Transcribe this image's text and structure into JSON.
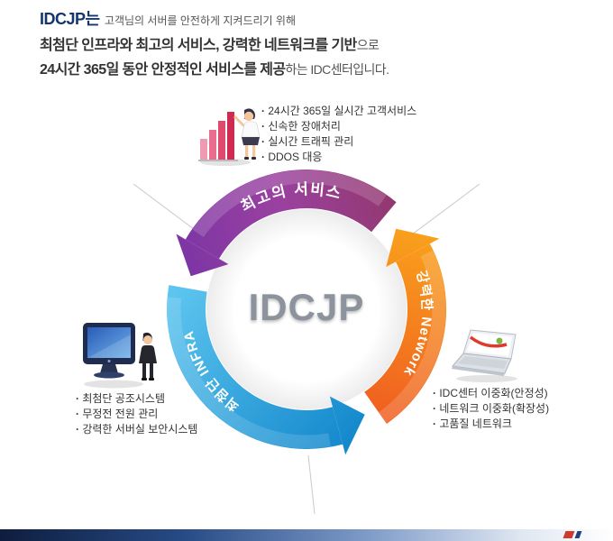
{
  "header": {
    "brand": "IDCJP는",
    "line1_rest": "고객님의 서버를 안전하게 지켜드리기 위해",
    "line2_strong": "최첨단 인프라와 최고의 서비스, 강력한 네트워크를 기반",
    "line2_rest": "으로",
    "line3_strong": "24시간 365일 동안 안정적인 서비스를 제공",
    "line3_rest": "하는 IDC센터입니다."
  },
  "cycle": {
    "center_label": "IDCJP",
    "segments": {
      "service": {
        "label": "최고의 서비스",
        "color_start": "#93386e",
        "color_end": "#7c35a4"
      },
      "network": {
        "label": "강력한 Network",
        "color_start": "#f9a11b",
        "color_end": "#ef5c21"
      },
      "infra": {
        "label": "최첨단 INFRA",
        "color_start": "#5fc6f0",
        "color_end": "#1489cc"
      }
    }
  },
  "callouts": {
    "service": {
      "icon": "bar-chart-presenter-illustration",
      "items": [
        "24시간 365일 실시간 고객서비스",
        "신속한 장애처리",
        "실시간 트래픽 관리",
        "DDOS 대응"
      ]
    },
    "infra": {
      "icon": "monitor-engineer-illustration",
      "items": [
        "최첨단 공조시스템",
        "무정전 전원 관리",
        "강력한 서버실 보안시스템"
      ]
    },
    "network": {
      "icon": "laptop-illustration",
      "items": [
        "IDC센터 이중화(안정성)",
        "네트워크 이중화(확장성)",
        "고품질 네트워크"
      ]
    }
  },
  "footer": {
    "gradient_start": "#0e1d3e",
    "gradient_end": "#ffffff",
    "accent_red": "#cf3a2a",
    "accent_blue": "#20427e"
  }
}
